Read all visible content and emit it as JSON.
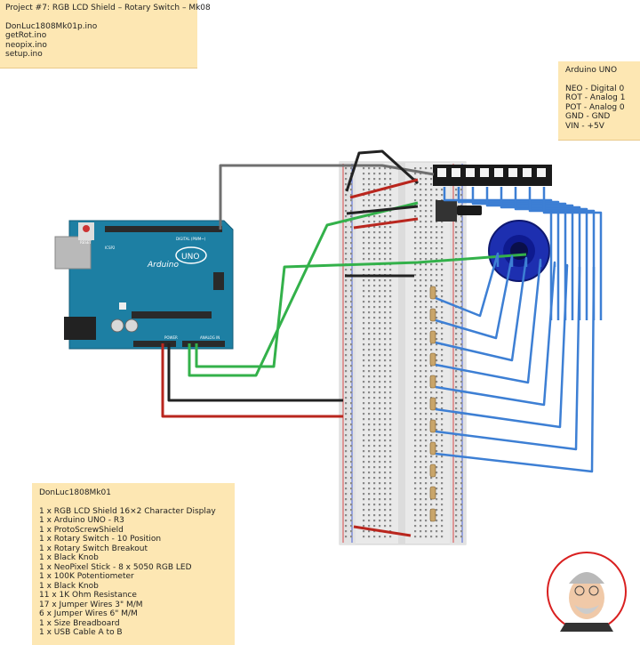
{
  "project_note": {
    "title": "Project #7: RGB LCD Shield – Rotary Switch  – Mk08",
    "files": [
      "DonLuc1808Mk01p.ino",
      "getRot.ino",
      "neopix.ino",
      "setup.ino"
    ]
  },
  "pins_note": {
    "title": "Arduino UNO",
    "lines": [
      "NEO - Digital 0",
      "ROT - Analog 1",
      "POT - Analog 0",
      "GND - GND",
      "VIN - +5V"
    ]
  },
  "bom_note": {
    "title": "DonLuc1808Mk01",
    "items": [
      "1 x RGB LCD Shield 16×2 Character Display",
      "1 x Arduino UNO - R3",
      "1 x ProtoScrewShield",
      "1 x Rotary Switch - 10 Position",
      "1 x Rotary Switch Breakout",
      "1 x Black Knob",
      "1 x NeoPixel Stick - 8 x 5050 RGB LED",
      "1 x 100K Potentiometer",
      "1 x Black Knob",
      "11 x 1K Ohm Resistance",
      "17 x Jumper Wires 3\" M/M",
      "6 x Jumper Wires 6\" M/M",
      "1 x Size Breadboard",
      "1 x USB Cable A to B"
    ]
  },
  "arduino": {
    "brand": "Arduino",
    "model": "UNO",
    "reset": "RESET",
    "icsp": "ICSP2",
    "digital": "DIGITAL (PWM~)",
    "power": "POWER",
    "analog": "ANALOG IN"
  },
  "colors": {
    "note": "#fde7b3",
    "board": "#1d7fa3",
    "wire_blue": "#3d7fd4",
    "wire_green": "#33b14a",
    "wire_red": "#b9261e",
    "wire_black": "#222222",
    "wire_gray": "#6f6f6f"
  }
}
